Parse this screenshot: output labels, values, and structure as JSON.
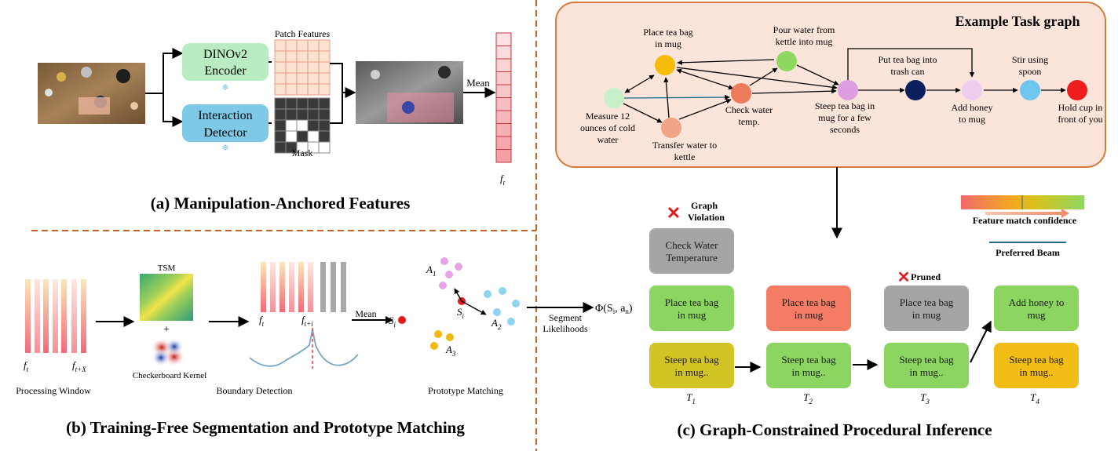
{
  "panel_a": {
    "title": "(a) Manipulation-Anchored Features",
    "encoder": "DINOv2\nEncoder",
    "detector": "Interaction\nDetector",
    "frozen_icon": "snowflake-icon",
    "patch_label": "Patch Features",
    "mask_label": "Mask",
    "mean_label": "Mean",
    "feature_label": "f",
    "feature_sub": "t",
    "colors": {
      "encoder": "#b9ecc0",
      "detector": "#7ecae6",
      "mask_dark": "#3a3a3a",
      "feature": "#f7b7b9",
      "feature_edge": "#c43a3a"
    }
  },
  "panel_b": {
    "title": "(b) Training-Free Segmentation and Prototype Matching",
    "window_caption": "Processing Window",
    "window_f_start": "f",
    "window_f_start_sub": "t",
    "window_f_end": "f",
    "window_f_end_sub": "t+X",
    "tsm_label": "TSM",
    "plus": "+",
    "kernel_label": "Checkerboard Kernel",
    "boundary_caption": "Boundary Detection",
    "boundary_f1": "f",
    "boundary_f1_sub": "t",
    "boundary_f2": "f",
    "boundary_f2_sub": "t+i",
    "mean_label": "Mean",
    "segment_symbol": "S",
    "segment_sub": "i",
    "prototype_caption": "Prototype Matching",
    "proto_a1": "A",
    "proto_a1_sub": "1",
    "proto_a2": "A",
    "proto_a2_sub": "2",
    "proto_a3": "A",
    "proto_a3_sub": "3",
    "likelihood_label": "Segment\nLikelihoods",
    "phi_label": "Φ(S",
    "phi_sub": "i",
    "phi_rest": ", a",
    "phi_sub2": "n",
    "phi_close": ")",
    "colors": {
      "a1": "#e6a4e6",
      "a2": "#8ed4ee",
      "a3": "#f2b90c",
      "segment": "#e31818"
    }
  },
  "panel_c": {
    "title": "(c) Graph-Constrained Procedural Inference",
    "graph_title": "Example Task graph",
    "nodes": [
      {
        "id": "measure",
        "label": "Measure 12\nounces of cold\nwater",
        "color": "#c8f0c8"
      },
      {
        "id": "place",
        "label": "Place tea bag\nin mug",
        "color": "#f5bd0a"
      },
      {
        "id": "transfer",
        "label": "Transfer water to\nkettle",
        "color": "#f0a686"
      },
      {
        "id": "check",
        "label": "Check water\ntemp.",
        "color": "#ee7a5c"
      },
      {
        "id": "pour",
        "label": "Pour water from\nkettle into mug",
        "color": "#8ed860"
      },
      {
        "id": "steep",
        "label": "Steep tea bag in\nmug for a few\nseconds",
        "color": "#dd9ee0"
      },
      {
        "id": "trash",
        "label": "Put tea bag into\ntrash can",
        "color": "#0b1f5e"
      },
      {
        "id": "honey",
        "label": "Add honey\nto mug",
        "color": "#efcdf0"
      },
      {
        "id": "stir",
        "label": "Stir using\nspoon",
        "color": "#6ec6ee"
      },
      {
        "id": "hold",
        "label": "Hold cup in\nfront of you",
        "color": "#ee1c1c"
      }
    ],
    "violation_label": "Graph\nViolation",
    "pruned_label": "Pruned",
    "legend_confidence": "Feature match confidence",
    "legend_beam": "Preferred Beam",
    "cards": [
      {
        "id": "t1_violation",
        "text": "Check Water\nTemperature",
        "color": "#a5a5a5"
      },
      {
        "id": "t1_place",
        "text": "Place tea bag\nin mug",
        "color": "#8dd561"
      },
      {
        "id": "t1_steep",
        "text": "Steep tea bag\nin mug..",
        "color": "#d3c426"
      },
      {
        "id": "t2_place",
        "text": "Place tea bag\nin mug",
        "color": "#f47c64"
      },
      {
        "id": "t2_steep",
        "text": "Steep tea bag\nin mug..",
        "color": "#8dd561"
      },
      {
        "id": "t3_pruned",
        "text": "Place tea bag\nin mug",
        "color": "#a5a5a5"
      },
      {
        "id": "t3_steep",
        "text": "Steep tea bag\nin mug..",
        "color": "#8dd561"
      },
      {
        "id": "t4_honey",
        "text": "Add honey to\nmug",
        "color": "#8dd561"
      },
      {
        "id": "t4_steep",
        "text": "Steep tea bag\nin mug..",
        "color": "#f2bd16"
      }
    ],
    "steps": [
      {
        "label": "T",
        "sub": "1"
      },
      {
        "label": "T",
        "sub": "2"
      },
      {
        "label": "T",
        "sub": "3"
      },
      {
        "label": "T",
        "sub": "4"
      }
    ],
    "colors": {
      "graph_bg": "#fbe4da",
      "graph_border": "#d77a3c",
      "beam": "#1e6b8c",
      "cross": "#e21c1c",
      "divider": "#c0642a"
    }
  }
}
